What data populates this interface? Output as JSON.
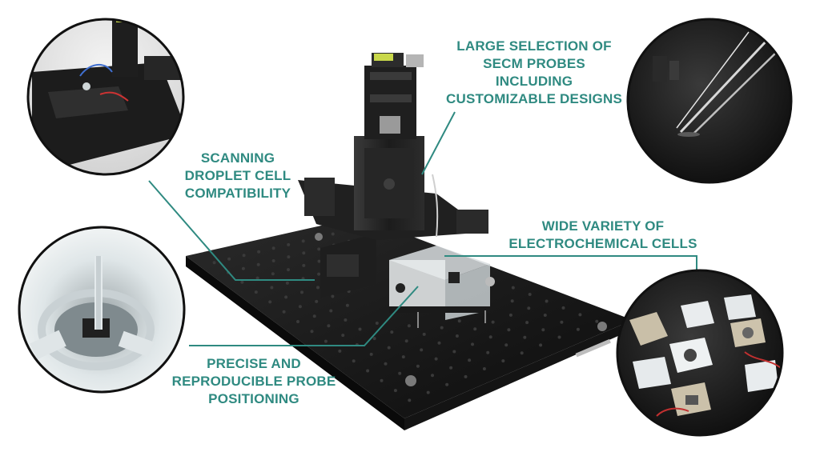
{
  "callouts": {
    "probes": [
      "LARGE SELECTION OF",
      "SECM PROBES",
      "INCLUDING",
      "CUSTOMIZABLE DESIGNS"
    ],
    "droplet": [
      "SCANNING",
      "DROPLET CELL",
      "COMPATIBILITY"
    ],
    "cells": [
      "WIDE VARIETY OF",
      "ELECTROCHEMICAL CELLS"
    ],
    "positioning": [
      "PRECISE AND",
      "REPRODUCIBLE PROBE",
      "POSITIONING"
    ]
  },
  "colors": {
    "accent": "#2f8a81",
    "plate": "#151515",
    "stage": "#1b1b1b"
  }
}
